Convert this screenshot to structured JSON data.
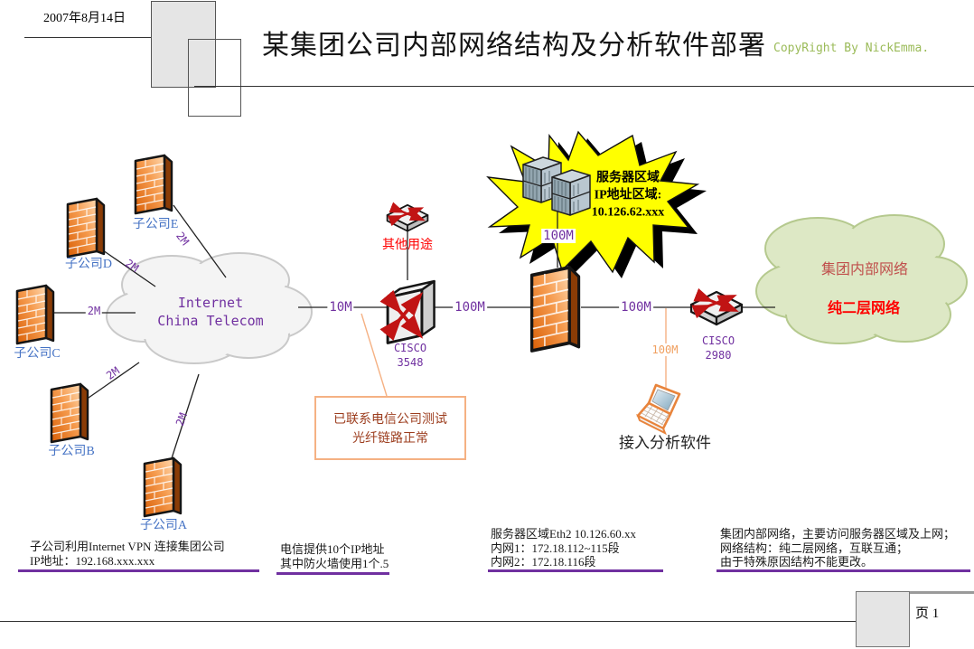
{
  "header": {
    "date": "2007年8月14日",
    "title": "某集团公司内部网络结构及分析软件部署",
    "copyright": "CopyRight By NickEmma."
  },
  "diagram": {
    "subsidiaries": [
      {
        "label": "子公司E",
        "link": "2M"
      },
      {
        "label": "子公司D",
        "link": "2M"
      },
      {
        "label": "子公司C",
        "link": "2M"
      },
      {
        "label": "子公司B",
        "link": "2M"
      },
      {
        "label": "子公司A",
        "link": "2M"
      }
    ],
    "internet_cloud": {
      "line1": "Internet",
      "line2": "China Telecom"
    },
    "links": {
      "cloud_to_3548": "10M",
      "c3548_to_firewall": "100M",
      "firewall_to_2980": "100M",
      "server_link": "100M",
      "laptop_link": "100M"
    },
    "other_switch_label": "其他用途",
    "cisco_3548": {
      "line1": "CISCO",
      "line2": "3548"
    },
    "cisco_2980": {
      "line1": "CISCO",
      "line2": "2980"
    },
    "server_area": {
      "line1": "服务器区域",
      "line2": "IP地址区域:",
      "line3": "10.126.62.xxx"
    },
    "group_cloud": {
      "line1": "集团内部网络",
      "line2": "纯二层网络"
    },
    "laptop_label": "接入分析软件",
    "callout": {
      "line1": "已联系电信公司测试",
      "line2": "光纤链路正常"
    }
  },
  "notes": [
    {
      "line1": "子公司利用Internet VPN 连接集团公司",
      "line2": "IP地址：192.168.xxx.xxx"
    },
    {
      "line1": "电信提供10个IP地址",
      "line2": "其中防火墙使用1个.5"
    },
    {
      "line1": "服务器区域Eth2 10.126.60.xx",
      "line2": "内网1：172.18.112~115段",
      "line3": "内网2：172.18.116段"
    },
    {
      "line1": "集团内部网络，主要访问服务器区域及上网；",
      "line2": "网络结构：纯二层网络，互联互通；",
      "line3": "由于特殊原因结构不能更改。"
    }
  ],
  "footer": {
    "page_label": "页 1"
  },
  "colors": {
    "accent_purple": "#7030A0",
    "label_blue": "#4472C4",
    "alert_red": "#FF0000",
    "group_cloud_red": "#C0504D",
    "copyright_green": "#9BBB59",
    "callout_orange": "#F5B183",
    "starburst_yellow": "#FFFF00",
    "firewall_orange": "#E8691A"
  }
}
